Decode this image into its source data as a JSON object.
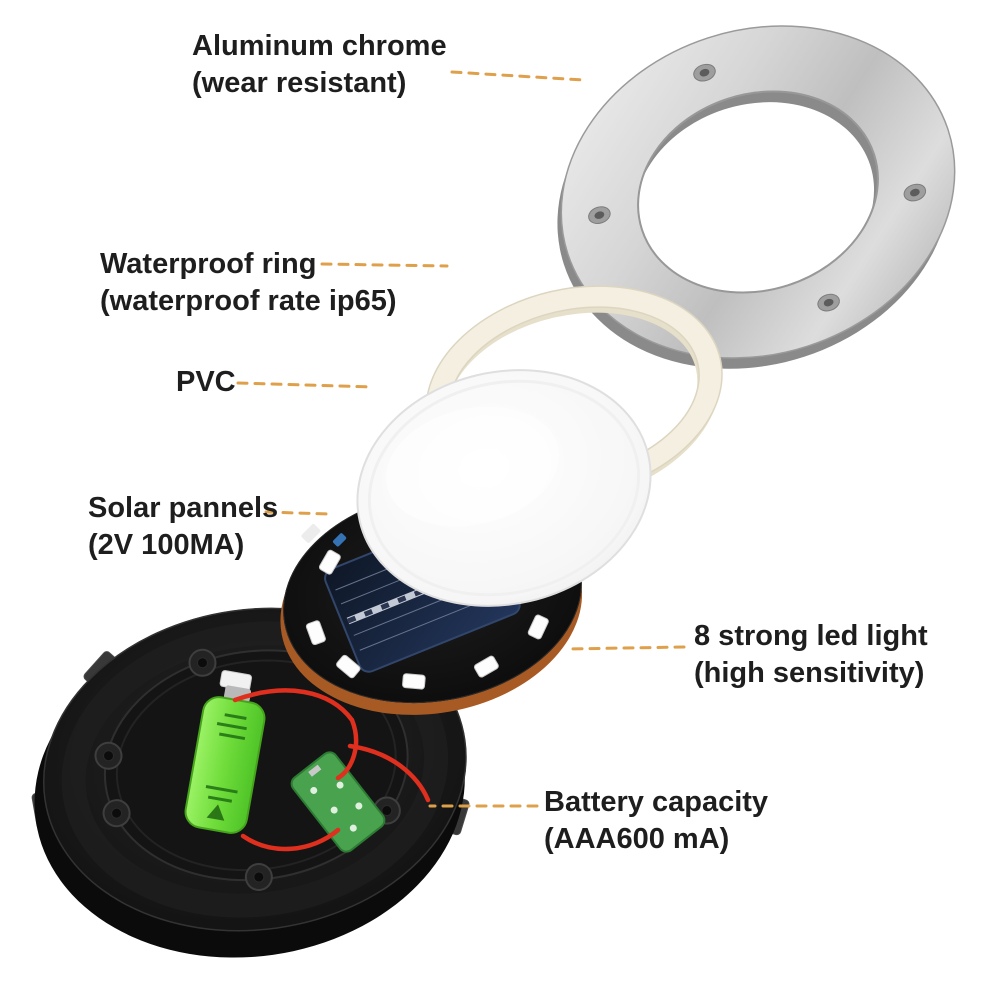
{
  "page": {
    "background": "#ffffff"
  },
  "labels": {
    "aluminum": {
      "line1": "Aluminum chrome",
      "line2": "(wear resistant)"
    },
    "waterproof": {
      "line1": "Waterproof ring",
      "line2": "(waterproof rate ip65)"
    },
    "pvc": {
      "line1": "PVC"
    },
    "solar": {
      "line1": "Solar pannels",
      "line2": "(2V 100MA)"
    },
    "led": {
      "line1": "8 strong led light",
      "line2": "(high sensitivity)"
    },
    "battery": {
      "line1": "Battery capacity",
      "line2": "(AAA600 mA)"
    }
  },
  "colors": {
    "leader_line": "#DFA04C",
    "text": "#1E1E1E",
    "aluminum_metal": "#C9C9C9",
    "waterproof_ring": "#F4EFE1",
    "pvc_disc": "#F4F4F4",
    "solar_cell_navy": "#16233C",
    "solar_rim_orange": "#A85A24",
    "battery_green": "#6FDC3A",
    "pcb_green": "#48A24E",
    "wire_red": "#DF2F1E",
    "housing_black": "#101010",
    "led_white": "#FDFDFD"
  }
}
